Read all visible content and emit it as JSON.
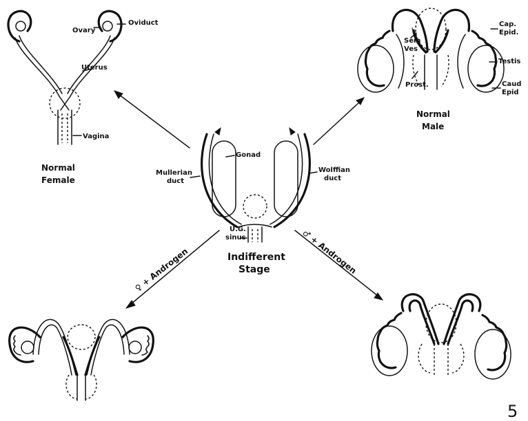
{
  "labels": {
    "ovary": "Ovary",
    "oviduct": "Oviduct",
    "uterus": "Uterus",
    "vagina": "Vagina",
    "normal_female_1": "Normal",
    "normal_female_2": "Female",
    "gonad": "Gonad",
    "mullerian_1": "Mullerian",
    "mullerian_2": "duct",
    "wolffian_1": "Wolffian",
    "wolffian_2": "duct",
    "ug_1": "U.G.",
    "ug_2": "sinus",
    "indifferent_1": "Indifferent",
    "indifferent_2": "Stage",
    "cap_epid_1": "Cap.",
    "cap_epid_2": "Epid.",
    "sem_ves_1": "Sem",
    "sem_ves_2": "Ves",
    "testis": "Testis",
    "caud_epid_1": "Caud",
    "caud_epid_2": "Epid",
    "prost": "Prost.",
    "normal_male_1": "Normal",
    "normal_male_2": "Male",
    "female_androgen": "♀ + Androgen",
    "male_androgen": "♂ + Androgen",
    "figure_number": "5"
  }
}
